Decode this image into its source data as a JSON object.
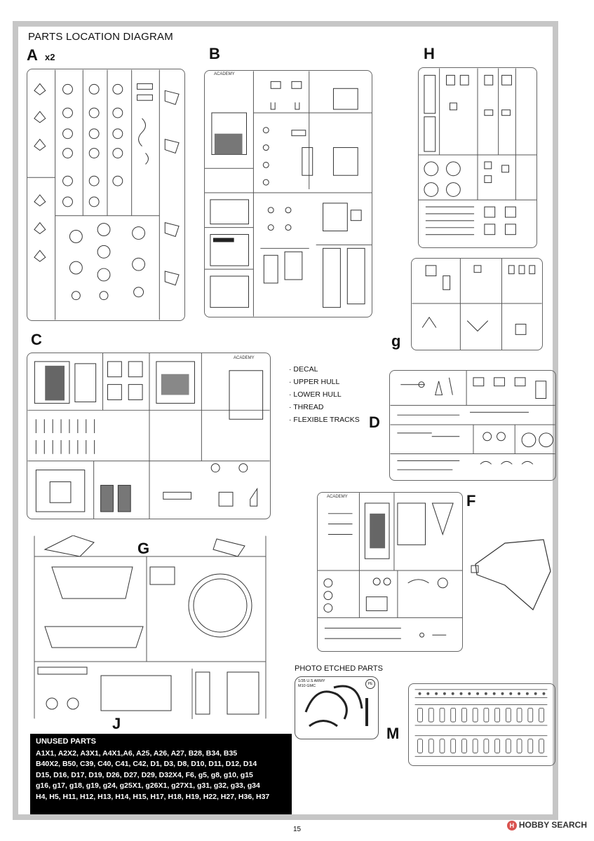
{
  "page_title": "PARTS LOCATION DIAGRAM",
  "sprue_letters": {
    "A": "A",
    "A_mult": "x2",
    "B": "B",
    "C": "C",
    "D": "D",
    "F": "F",
    "G": "G",
    "H": "H",
    "J": "J",
    "M": "M",
    "g": "g"
  },
  "brand": "ACADEMY",
  "legend": [
    "DECAL",
    "UPPER HULL",
    "LOWER HULL",
    "THREAD",
    "FLEXIBLE TRACKS"
  ],
  "photo_etched": {
    "title": "PHOTO ETCHED PARTS",
    "label_line1": "1/35 U.S ARMY",
    "label_line2": "M10 GMC",
    "badge": "PE"
  },
  "unused": {
    "heading": "UNUSED PARTS",
    "lines": [
      "A1X1, A2X2, A3X1, A4X1,A6, A25, A26, A27, B28, B34, B35",
      "B40X2, B50, C39, C40, C41, C42, D1, D3, D8, D10, D11, D12, D14",
      "D15, D16, D17, D19, D26, D27, D29, D32X4, F6, g5, g8, g10, g15",
      "g16, g17, g18, g19, g24, g25X1, g26X1, g27X1, g31, g32, g33, g34",
      "H4, H5, H11, H12, H13, H14, H15, H17, H18, H19, H22, H27, H36, H37"
    ]
  },
  "page_number": "15",
  "watermark": "HOBBY SEARCH"
}
